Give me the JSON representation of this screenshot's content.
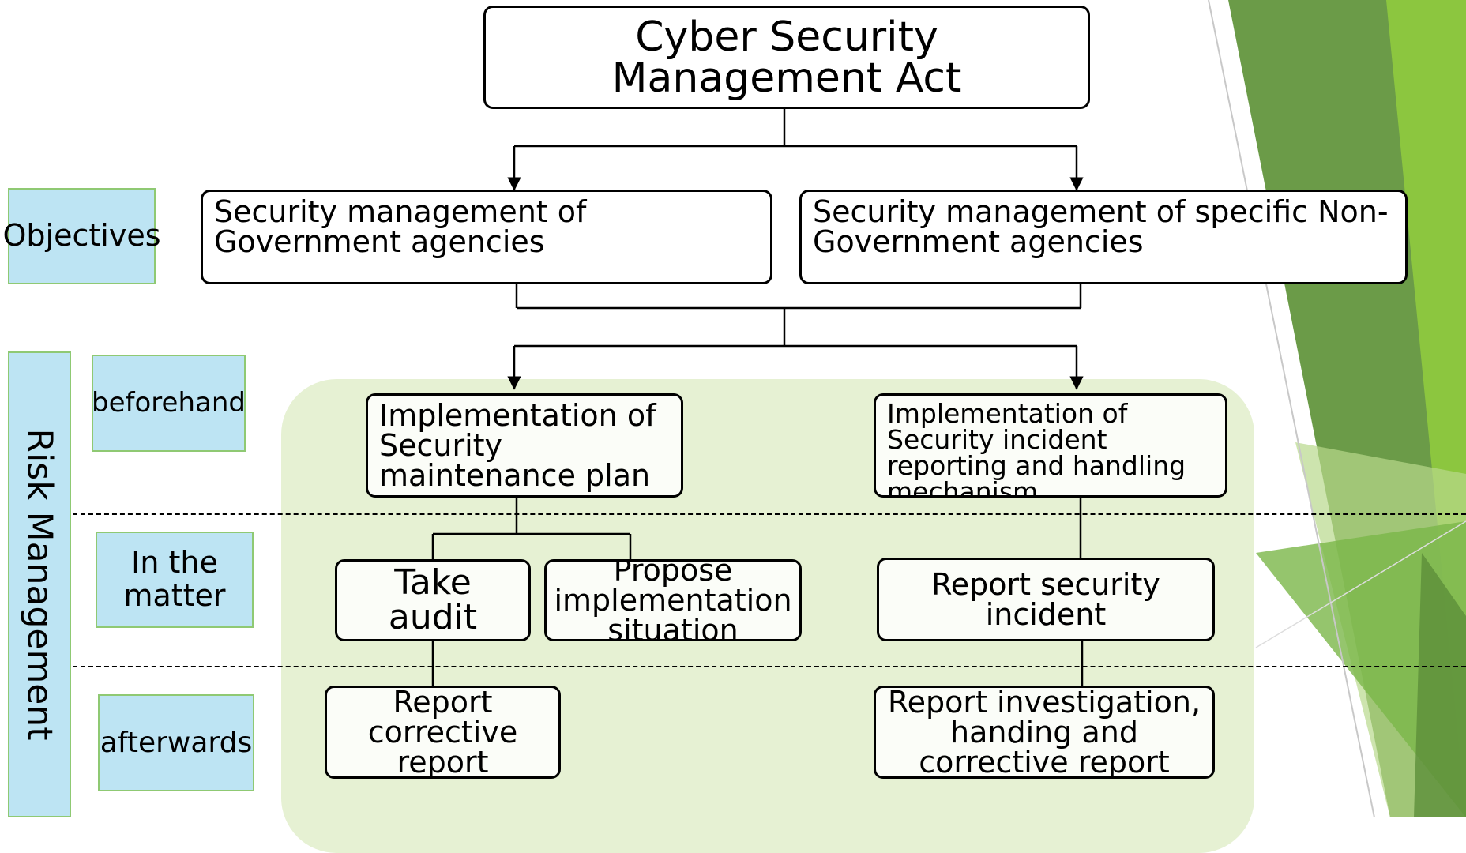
{
  "title": "Cyber Security Management Act",
  "row_labels": {
    "objectives": "Objectives",
    "risk_management": "Risk Management",
    "beforehand": "beforehand",
    "in_the_matter": "In the matter",
    "afterwards": "afterwards"
  },
  "objectives": {
    "government": "Security management of Government agencies",
    "non_government": "Security management of specific Non-Government agencies"
  },
  "beforehand": {
    "maintenance_plan": "Implementation of Security maintenance plan",
    "incident_mechanism": "Implementation of Security incident reporting and handling mechanism"
  },
  "in_the_matter": {
    "take_audit": "Take audit",
    "propose": "Propose implementation situation",
    "report_incident": "Report security incident"
  },
  "afterwards": {
    "corrective_report": "Report corrective report",
    "investigation_report": "Report investigation, handing and corrective report"
  },
  "colors": {
    "label_fill": "#bde4f3",
    "label_border": "#8fc973",
    "process_area": "#e6f1d3",
    "accent_green_dark": "#5d8f3a",
    "accent_green_light": "#8cc63f"
  }
}
